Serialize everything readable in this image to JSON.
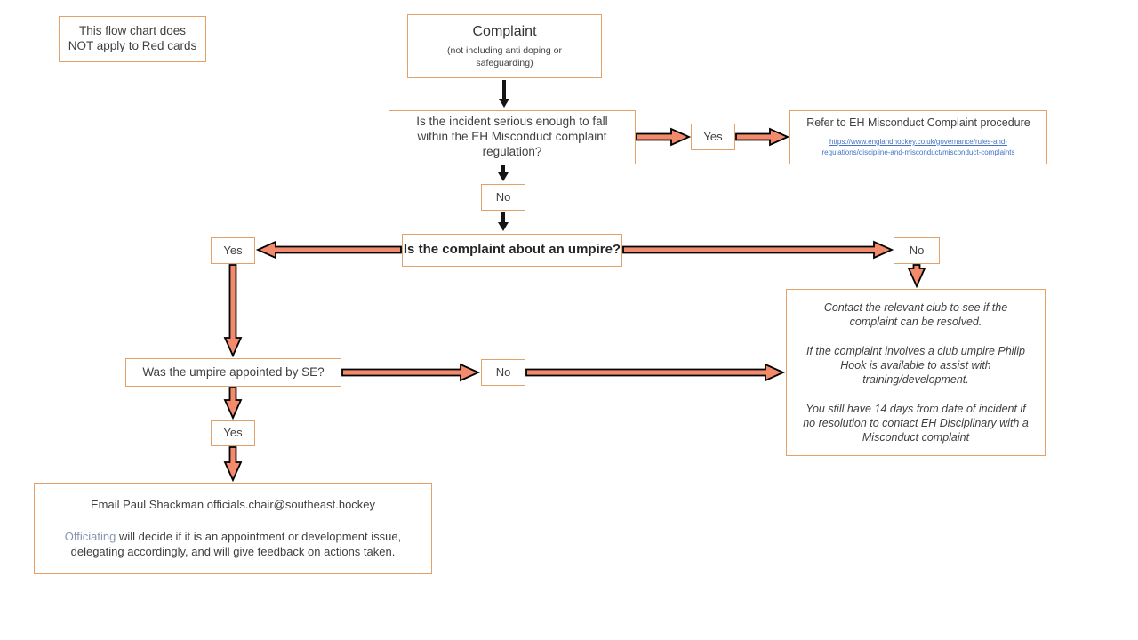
{
  "colors": {
    "box_border": "#e2a169",
    "arrow_fill": "#f28a6b",
    "arrow_outline": "#000000",
    "black_arrow": "#141414",
    "link": "#4472c4",
    "text": "#3f3f3f",
    "officiating_text": "#8496b0"
  },
  "note": {
    "text": "This flow chart does\nNOT apply to Red cards"
  },
  "complaint": {
    "title": "Complaint",
    "subtitle": "(not including anti doping or\nsafeguarding)"
  },
  "q_serious": {
    "text": "Is  the incident serious enough to fall\nwithin the EH Misconduct complaint\nregulation?"
  },
  "decision_labels": {
    "serious_yes": "Yes",
    "serious_no": "No",
    "umpire_yes": "Yes",
    "umpire_no": "No",
    "appointed_no": "No",
    "appointed_yes": "Yes"
  },
  "refer": {
    "title": "Refer to EH Misconduct Complaint procedure",
    "link": "https://www.englandhockey.co.uk/governance/rules-and-regulations/discipline-and-misconduct/misconduct-complaints"
  },
  "q_umpire": {
    "text": "Is the complaint about an umpire?"
  },
  "q_appointed": {
    "text": "Was the umpire appointed by SE?"
  },
  "club_resolution": {
    "p1": "Contact the relevant club to see if the\ncomplaint can be resolved.",
    "p2": "If the complaint involves a club umpire Philip\nHook is available to assist with\ntraining/development.",
    "p3": "You still have 14 days from date of incident if\nno resolution to contact EH Disciplinary with a\nMisconduct complaint"
  },
  "email": {
    "line1": "Email Paul Shackman officials.chair@southeast.hockey",
    "officiating": "Officiating",
    "rest": " will decide if it is an appointment or development issue,\ndelegating accordingly, and will give feedback on actions taken."
  }
}
